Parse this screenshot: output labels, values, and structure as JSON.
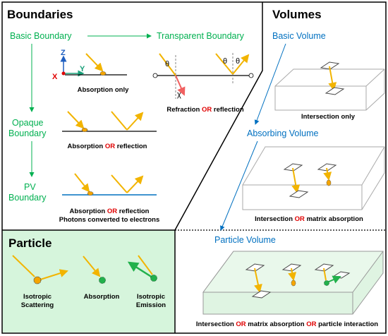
{
  "colors": {
    "green_label": "#00b050",
    "blue_label": "#0070c0",
    "red_or": "#e00000",
    "ray": "#f2b400",
    "ray_red": "#f06060",
    "emit": "#22b14c",
    "axis_z": "#1f5fc0",
    "axis_y": "#1aa07a",
    "axis_x": "#e00000",
    "particle_bg": "#d6f5dc",
    "volume_fill": "#dff4e2"
  },
  "boundaries": {
    "title": "Boundaries",
    "basic": "Basic Boundary",
    "transparent": "Transparent Boundary",
    "opaque_line1": "Opaque",
    "opaque_line2": "Boundary",
    "pv_line1": "PV",
    "pv_line2": "Boundary",
    "axis_x": "X",
    "axis_y": "Y",
    "axis_z": "Z",
    "theta": "θ",
    "chi": "χ",
    "absorption_only": "Absorption only",
    "refraction": "Refraction",
    "reflection_a": "reflection",
    "absorption_b": "Absorption",
    "reflection_b": "reflection",
    "absorption_c": "Absorption",
    "reflection_c": "reflection",
    "photons": "Photons converted to electrons",
    "or": "OR"
  },
  "volumes": {
    "title": "Volumes",
    "basic": "Basic Volume",
    "intersection_only": "Intersection only",
    "absorbing": "Absorbing Volume",
    "intersection_b": "Intersection",
    "matrix_b": "matrix absorption",
    "particle": "Particle Volume",
    "intersection_c": "Intersection",
    "matrix_c": "matrix absorption",
    "particle_interaction": "particle interaction",
    "or": "OR"
  },
  "particle": {
    "title": "Particle",
    "iso_scatter_1": "Isotropic",
    "iso_scatter_2": "Scattering",
    "absorption": "Absorption",
    "iso_emit_1": "Isotropic",
    "iso_emit_2": "Emission"
  }
}
